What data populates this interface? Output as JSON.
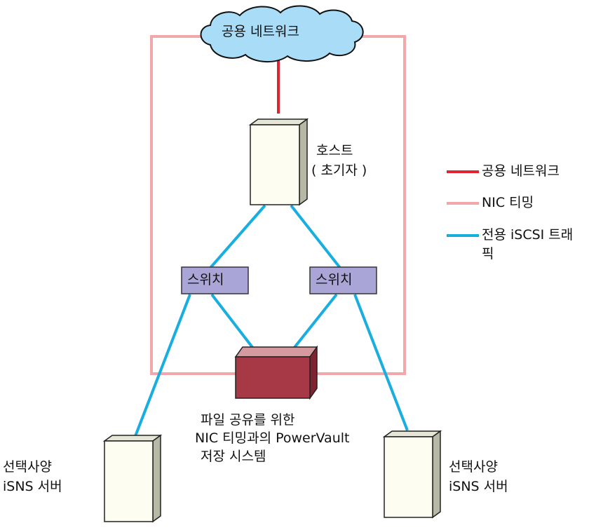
{
  "diagram": {
    "cloud_label": "공용 네트워크",
    "host": {
      "line1": "호스트",
      "line2": "( 초기자 )"
    },
    "switch_left": "스위치",
    "switch_right": "스위치",
    "storage": {
      "line1": "파일 공유를 위한",
      "line2": "NIC 티밍과의 PowerVault",
      "line3": "저장 시스템"
    },
    "isns_left": {
      "line1": "선택사양",
      "line2": "iSNS 서버"
    },
    "isns_right": {
      "line1": "선택사양",
      "line2": "iSNS 서버"
    }
  },
  "legend": {
    "items": [
      {
        "label": "공용 네트워크",
        "color": "#e02530"
      },
      {
        "label": "NIC 티밍",
        "color": "#f2a8aa"
      },
      {
        "label": "전용 iSCSI 트래",
        "label_cont": "픽",
        "color": "#18aee0"
      }
    ]
  },
  "colors": {
    "public": "#e02530",
    "teaming": "#f2a8aa",
    "iscsi": "#18aee0",
    "cloud_fill": "#a9dcf6",
    "switch_fill": "#a9a5d6",
    "storage_fill": "#a73845",
    "server_fill": "#fdfdf2"
  }
}
